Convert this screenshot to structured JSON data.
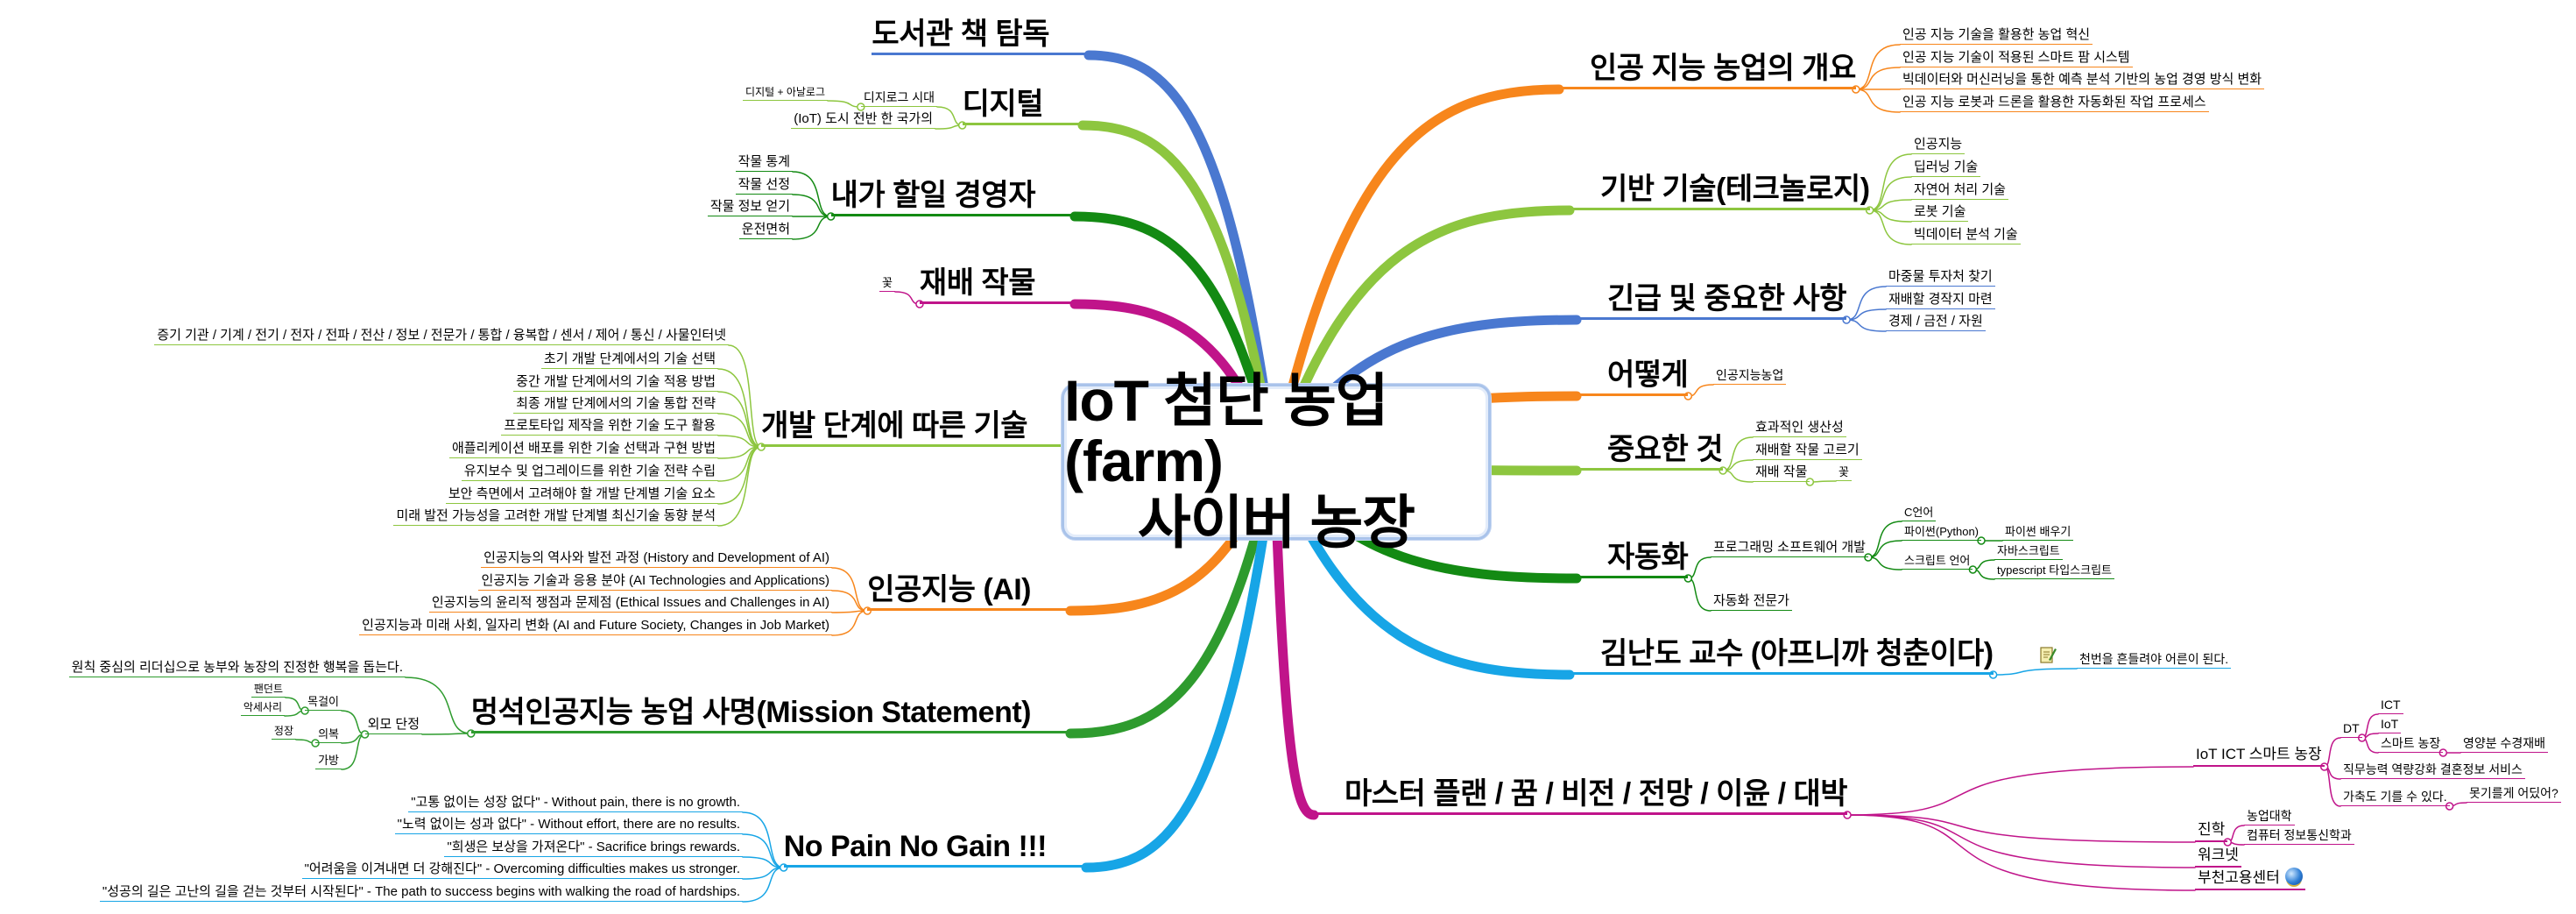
{
  "center": {
    "line1": "IoT 첨단 농업(farm)",
    "line2": "사이버 농장"
  },
  "colors": {
    "blue": "#4a78d0",
    "lightgreen": "#8dc63f",
    "darkgreen": "#138a13",
    "green": "#2e9b2e",
    "magenta": "#c0148a",
    "orange": "#f7861c",
    "cyan": "#17a5e6",
    "box_border": "#a9c3ea"
  },
  "left": {
    "library": {
      "title": "도서관 책 탐독"
    },
    "digital": {
      "title": "디지털",
      "children": [
        "디지로그 시대",
        "(IoT) 도시 전반 한 국가의"
      ],
      "digilog_child": "디지털 + 아날로그"
    },
    "manager": {
      "title": "내가 할일 경영자",
      "children": [
        "작물 통계",
        "작물 선정",
        "작물 정보 얻기",
        "운전면허"
      ]
    },
    "crops": {
      "title": "재배 작물",
      "children": [
        "꽃"
      ]
    },
    "dev": {
      "title": "개발 단계에 따른 기술",
      "children": [
        "증기 기관 / 기계 / 전기 / 전자 / 전파 / 전산 / 정보 / 전문가 / 통합 / 융복합 / 센서 / 제어 / 통신 / 사물인터넷",
        "초기 개발 단계에서의 기술 선택",
        "중간 개발 단계에서의 기술 적용 방법",
        "최종 개발 단계에서의 기술 통합 전략",
        "프로토타입 제작을 위한 기술 도구 활용",
        "애플리케이션 배포를 위한 기술 선택과 구현 방법",
        "유지보수 및 업그레이드를 위한 기술 전략 수립",
        "보안 측면에서 고려해야 할 개발 단계별 기술 요소",
        "미래 발전 가능성을 고려한 개발 단계별 최신기술 동향 분석"
      ]
    },
    "ai": {
      "title": "인공지능 (AI)",
      "children": [
        "인공지능의 역사와 발전 과정 (History and Development of AI)",
        "인공지능 기술과 응용 분야 (AI Technologies and Applications)",
        "인공지능의 윤리적 쟁점과 문제점 (Ethical Issues and Challenges in AI)",
        "인공지능과 미래 사회, 일자리 변화 (AI and Future Society, Changes in Job Market)"
      ]
    },
    "mission": {
      "title": "멍석인공지능 농업 사명(Mission Statement)",
      "statement": "원칙 중심의 리더십으로 농부와 농장의 진정한 행복을 돕는다.",
      "appearance": "외모 단정",
      "necklace": "목걸이",
      "pendant": "팬던트",
      "accessory": "악세사리",
      "clothing": "의복",
      "suit": "정장",
      "bag": "가방"
    },
    "nopain": {
      "title": "No Pain No Gain !!!",
      "children": [
        "\"고통 없이는 성장 없다\" - Without pain, there is no growth.",
        "\"노력 없이는 성과 없다\" - Without effort, there are no results.",
        "\"희생은 보상을 가져온다\" - Sacrifice brings rewards.",
        "\"어려움을 이겨내면 더 강해진다\" - Overcoming difficulties makes us stronger.",
        "\"성공의 길은 고난의 길을 걷는 것부터 시작된다\" - The path to success begins with walking the road of hardships."
      ]
    }
  },
  "right": {
    "overview": {
      "title": "인공 지능 농업의 개요",
      "children": [
        "인공 지능 기술을 활용한 농업 혁신",
        "인공 지능 기술이 적용된 스마트 팜 시스템",
        "빅데이터와 머신러닝을 통한 예측 분석 기반의 농업 경영 방식 변화",
        "인공 지능 로봇과 드론을 활용한 자동화된 작업 프로세스"
      ]
    },
    "base": {
      "title": "기반 기술(테크놀로지)",
      "children": [
        "인공지능",
        "딥러닝 기술",
        "자연어 처리 기술",
        "로봇 기술",
        "빅데이터 분석 기술"
      ]
    },
    "urgent": {
      "title": "긴급 및 중요한 사항",
      "children": [
        "마중물 투자처 찾기",
        "재배할 경작지 마련",
        "경제 / 금전 / 자원"
      ]
    },
    "how": {
      "title": "어떻게",
      "children": [
        "인공지능농업"
      ]
    },
    "important": {
      "title": "중요한 것",
      "children": [
        "효과적인 생산성",
        "재배할 작물 고르기",
        "재배 작물"
      ],
      "crop_child": "꽃"
    },
    "automation": {
      "title": "자동화",
      "programming": "프로그래밍 소프트웨어 개발",
      "expert": "자동화 전문가",
      "c": "C언어",
      "python": "파이썬(Python)",
      "python_learn": "파이썬 배우기",
      "script": "스크립트 언어",
      "javascript": "자바스크립트",
      "typescript": "typescript 타입스크립트"
    },
    "kim": {
      "title": "김난도 교수 (아프니까 청춘이다)",
      "child": "천번을 흔들려야 어른이 된다.",
      "icon": "note-icon"
    },
    "master": {
      "title": "마스터 플랜 / 꿈 / 비전 / 전망 / 이윤 / 대박",
      "iot_ict": "IoT ICT 스마트 농장",
      "dt": "DT",
      "ict": "ICT",
      "iot": "IoT",
      "smart_farm": "스마트 농장",
      "hydroponics": "영양분 수경재배",
      "job": "직무능력 역량강화 결혼정보 서비스",
      "livestock": "가축도 기를 수 있다.",
      "cant": "못기를게 어딨어?",
      "study": "진학",
      "ag_college": "농업대학",
      "computer": "컴퓨터 정보통신학과",
      "worknet": "워크넷",
      "bucheon": "부천고용센터",
      "bucheon_icon": "globe-icon"
    }
  }
}
